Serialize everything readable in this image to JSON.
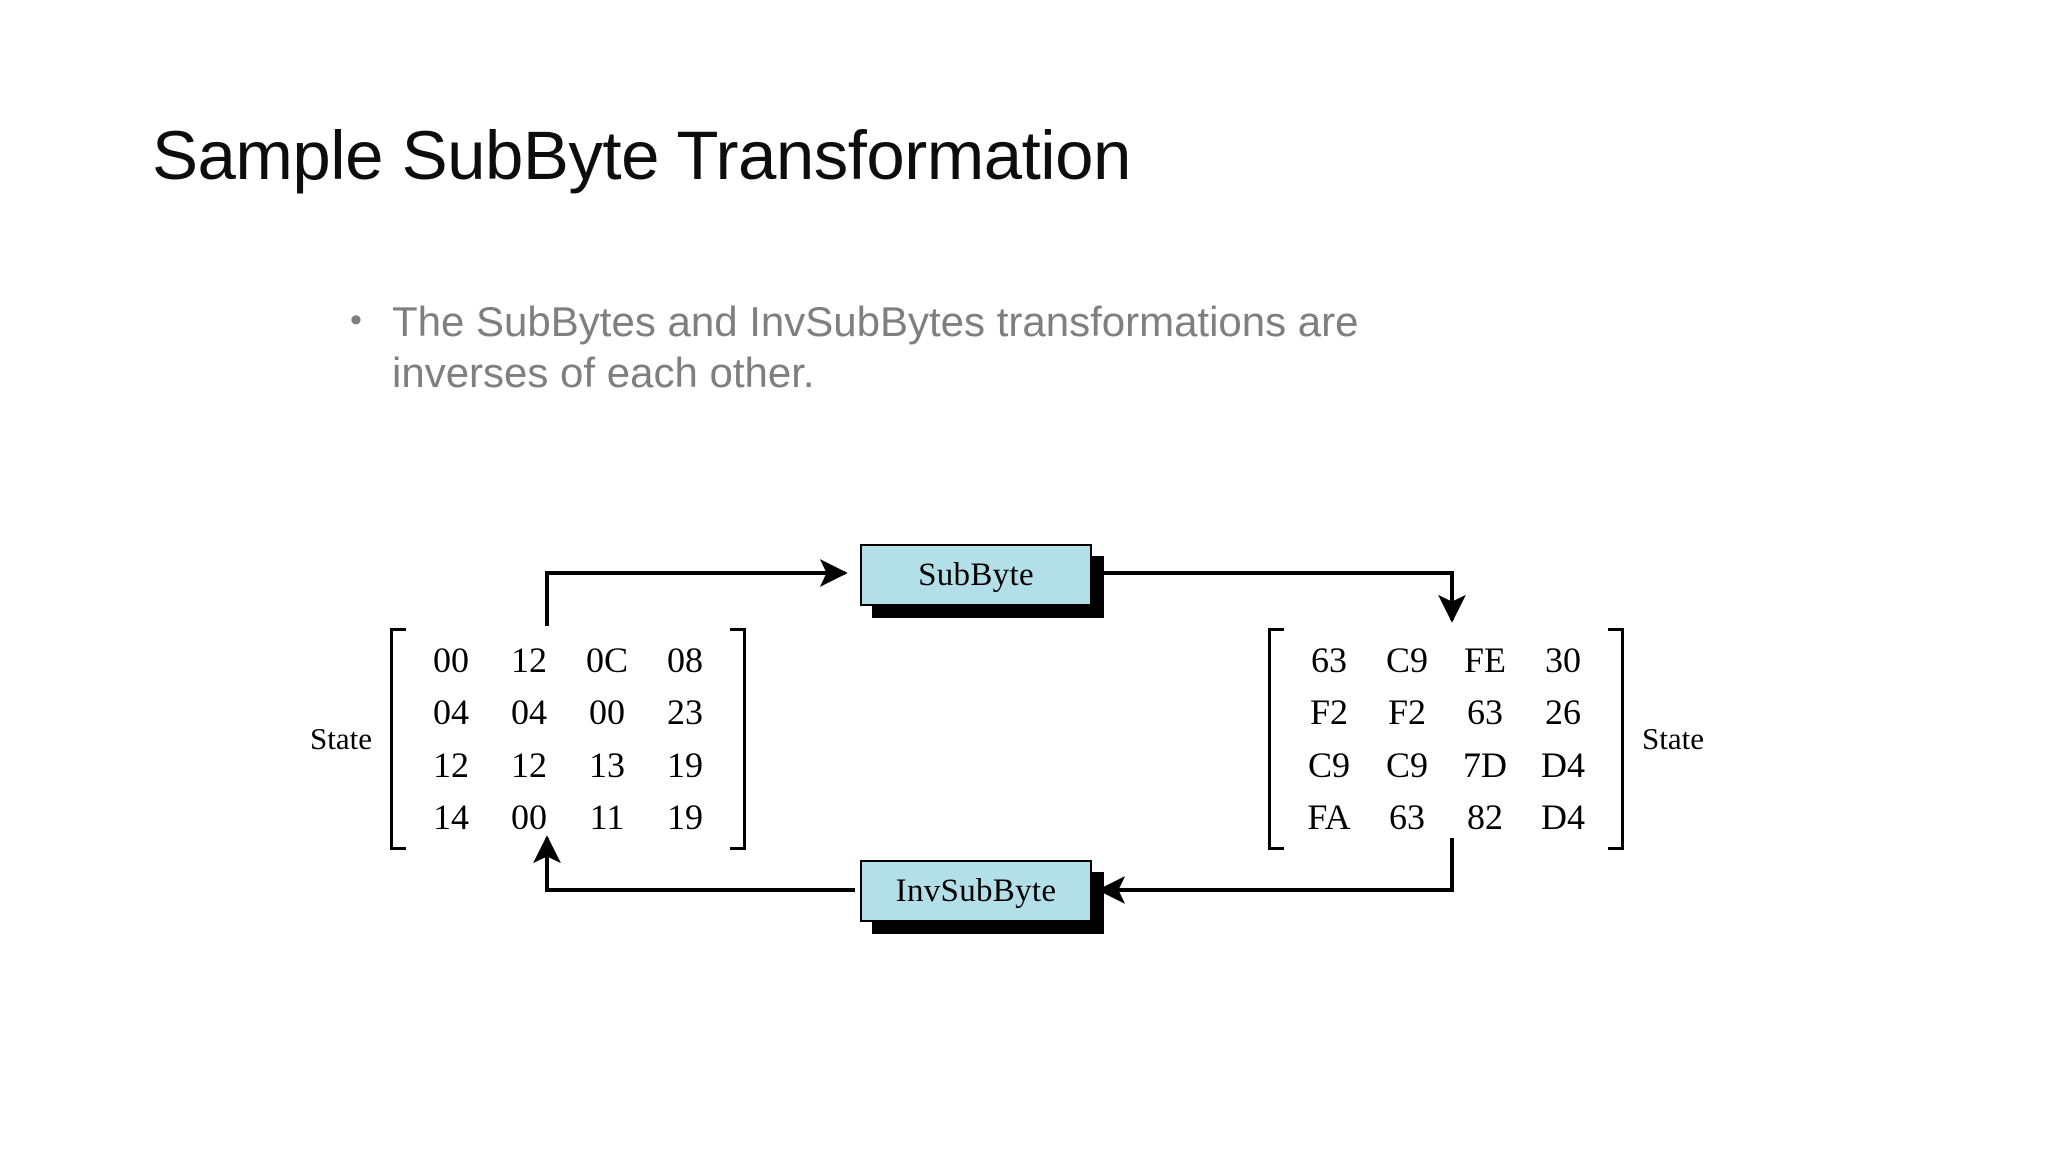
{
  "slide": {
    "title": "Sample SubByte Transformation",
    "bullets": [
      "The SubBytes and InvSubBytes transformations are inverses of each other."
    ],
    "bullet_marker": "•",
    "title_color": "#0d0d0d",
    "body_color": "#7f7f7f",
    "background": "#ffffff"
  },
  "diagram": {
    "forward_box_label": "SubByte",
    "inverse_box_label": "InvSubByte",
    "box_fill": "#b3dfe9",
    "box_border": "#000000",
    "box_shadow": "#000000",
    "left_state_label": "State",
    "right_state_label": "State",
    "left_matrix": {
      "rows": [
        [
          "00",
          "12",
          "0C",
          "08"
        ],
        [
          "04",
          "04",
          "00",
          "23"
        ],
        [
          "12",
          "12",
          "13",
          "19"
        ],
        [
          "14",
          "00",
          "11",
          "19"
        ]
      ]
    },
    "right_matrix": {
      "rows": [
        [
          "63",
          "C9",
          "FE",
          "30"
        ],
        [
          "F2",
          "F2",
          "63",
          "26"
        ],
        [
          "C9",
          "C9",
          "7D",
          "D4"
        ],
        [
          "FA",
          "63",
          "82",
          "D4"
        ]
      ]
    }
  }
}
